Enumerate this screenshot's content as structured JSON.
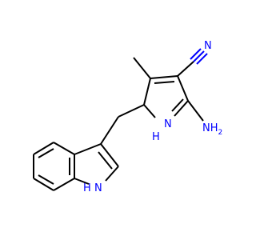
{
  "molecule": {
    "atoms": {
      "nitrile_n": "N",
      "amine": "NH",
      "amine_sub": "2",
      "pyrrole_nh": "H",
      "pyrrole_n": "N",
      "indole_n": "N",
      "indole_nh": "H"
    },
    "colors": {
      "bond": "#000000",
      "nitrogen": "#0000ff",
      "background": "#ffffff"
    }
  }
}
